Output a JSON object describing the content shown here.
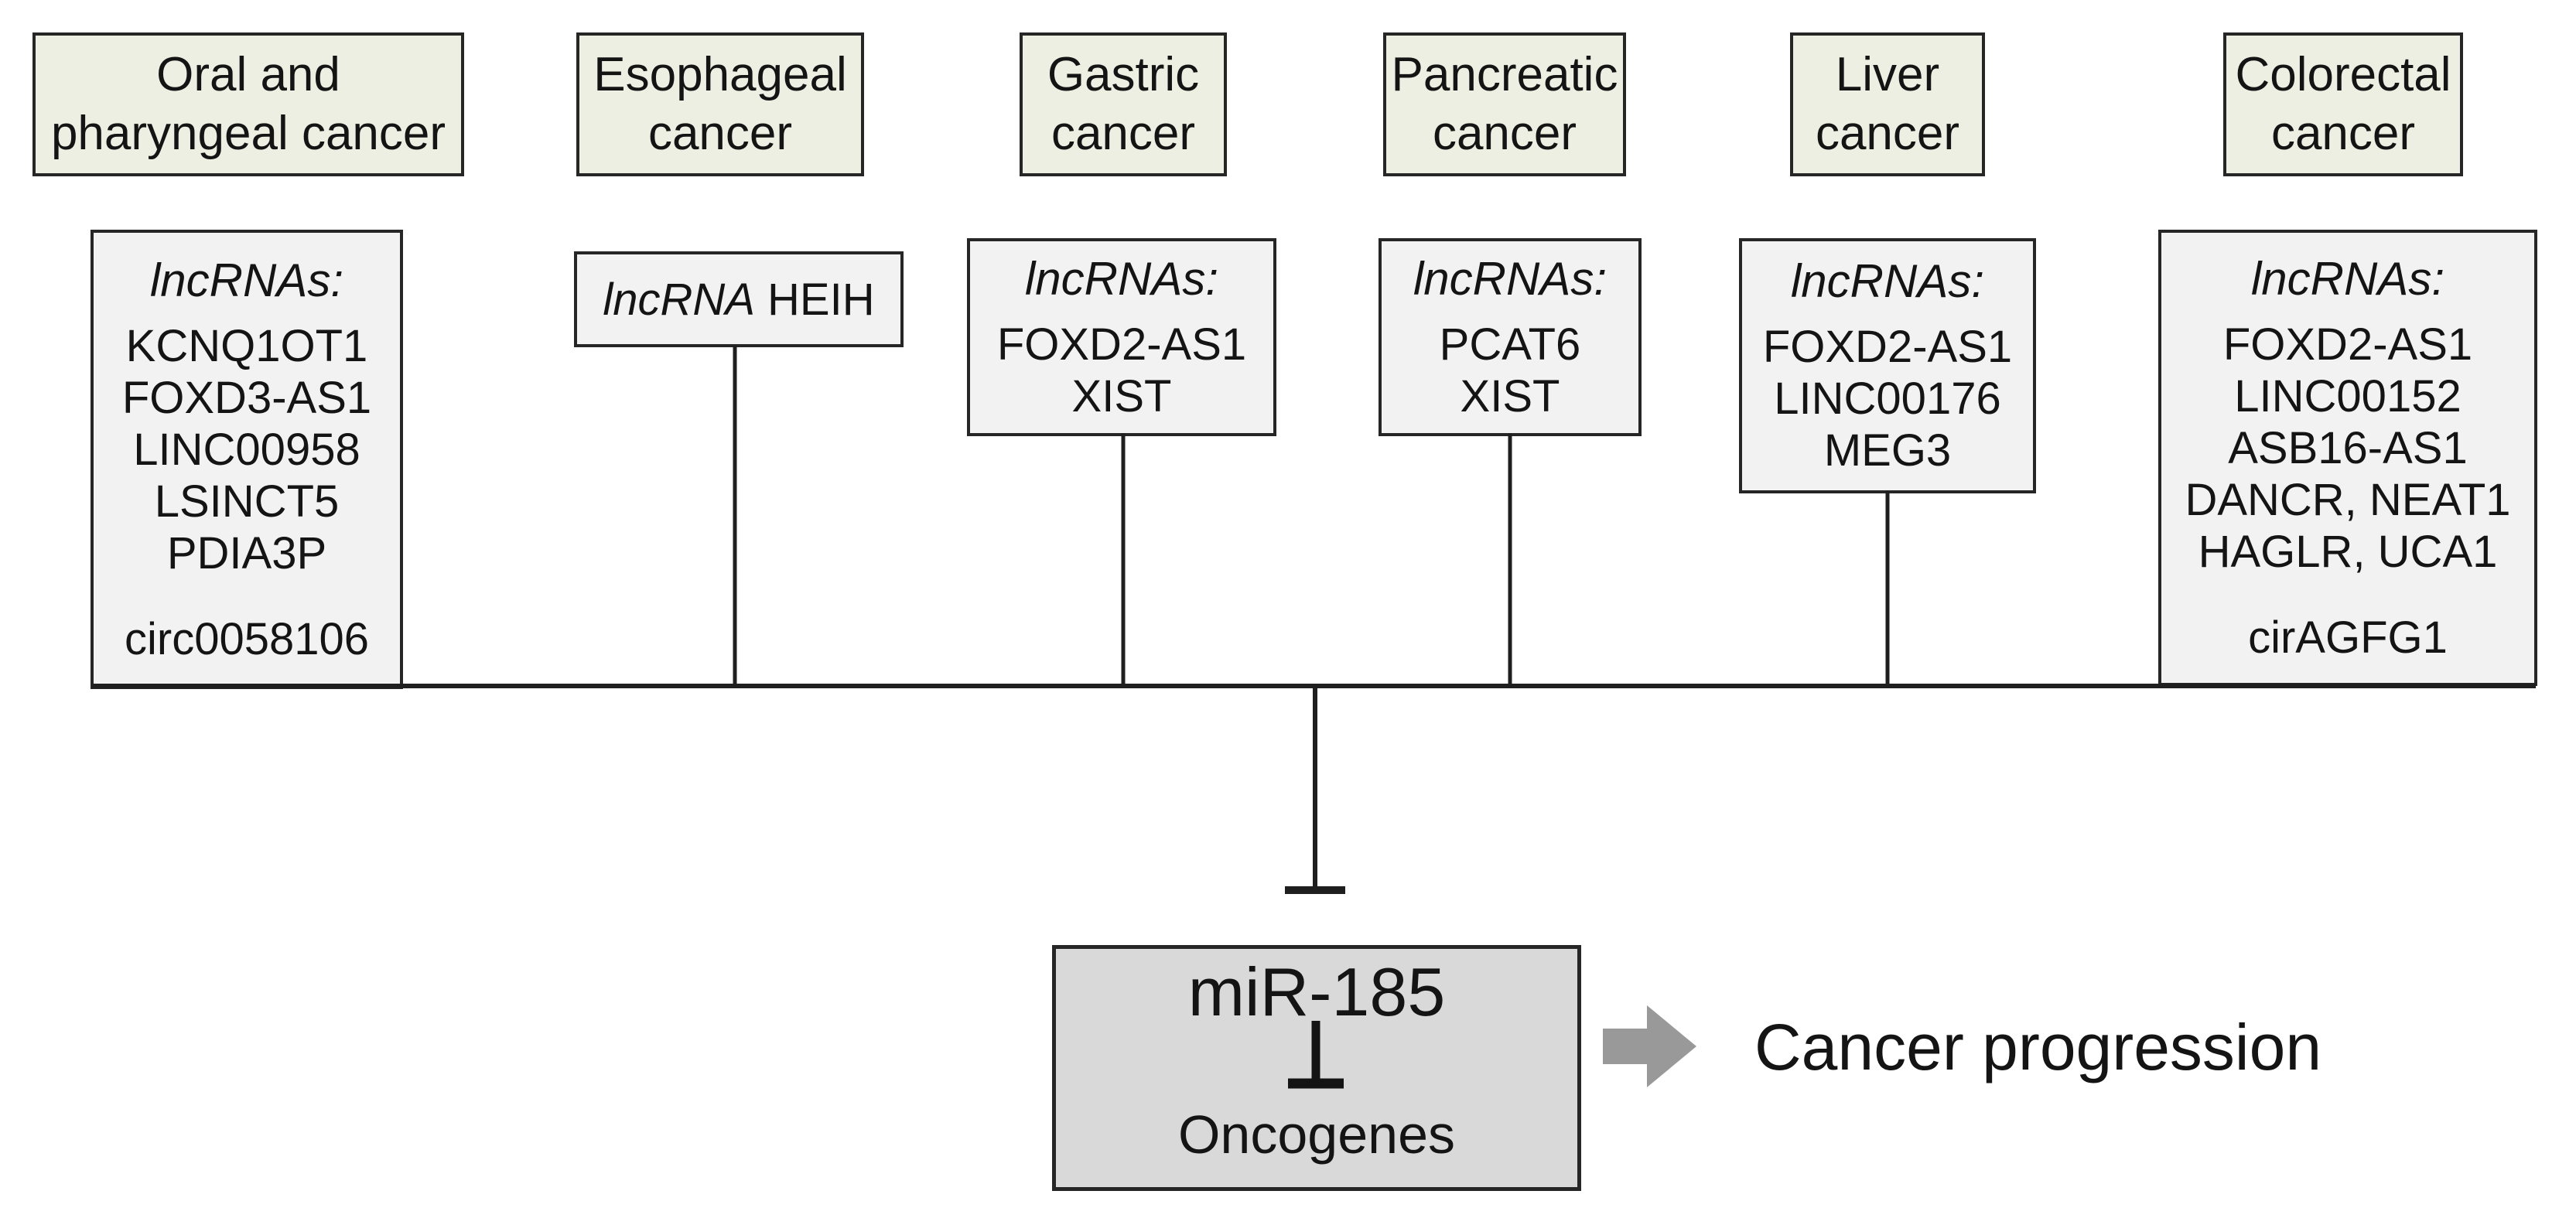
{
  "diagram": {
    "columns": [
      {
        "cancer_line1": "Oral and",
        "cancer_line2": "pharyngeal cancer",
        "rna_label": "lncRNAs:",
        "genes": [
          "KCNQ1OT1",
          "FOXD3-AS1",
          "LINC00958",
          "LSINCT5",
          "PDIA3P"
        ],
        "extra_gene": "circ0058106"
      },
      {
        "cancer_line1": "Esophageal",
        "cancer_line2": "cancer",
        "rna_italic": "lncRNA",
        "rna_name": "HEIH"
      },
      {
        "cancer_line1": "Gastric",
        "cancer_line2": "cancer",
        "rna_label": "lncRNAs:",
        "genes": [
          "FOXD2-AS1",
          "XIST"
        ]
      },
      {
        "cancer_line1": "Pancreatic",
        "cancer_line2": "cancer",
        "rna_label": "lncRNAs:",
        "genes": [
          "PCAT6",
          "XIST"
        ]
      },
      {
        "cancer_line1": "Liver",
        "cancer_line2": "cancer",
        "rna_label": "lncRNAs:",
        "genes": [
          "FOXD2-AS1",
          "LINC00176",
          "MEG3"
        ]
      },
      {
        "cancer_line1": "Colorectal",
        "cancer_line2": "cancer",
        "rna_label": "lncRNAs:",
        "genes": [
          "FOXD2-AS1",
          "LINC00152",
          "ASB16-AS1",
          "DANCR, NEAT1",
          "HAGLR, UCA1"
        ],
        "extra_gene": "cirAGFG1"
      }
    ],
    "hub": {
      "title": "miR-185",
      "target": "Oncogenes"
    },
    "outcome": "Cancer progression",
    "colors": {
      "cancer_box_fill": "#ecefe1",
      "rna_box_fill": "#f2f2f2",
      "hub_box_fill": "#d9d9d9",
      "line": "#1f1f1f",
      "arrow": "#999999",
      "text": "#141414"
    }
  }
}
